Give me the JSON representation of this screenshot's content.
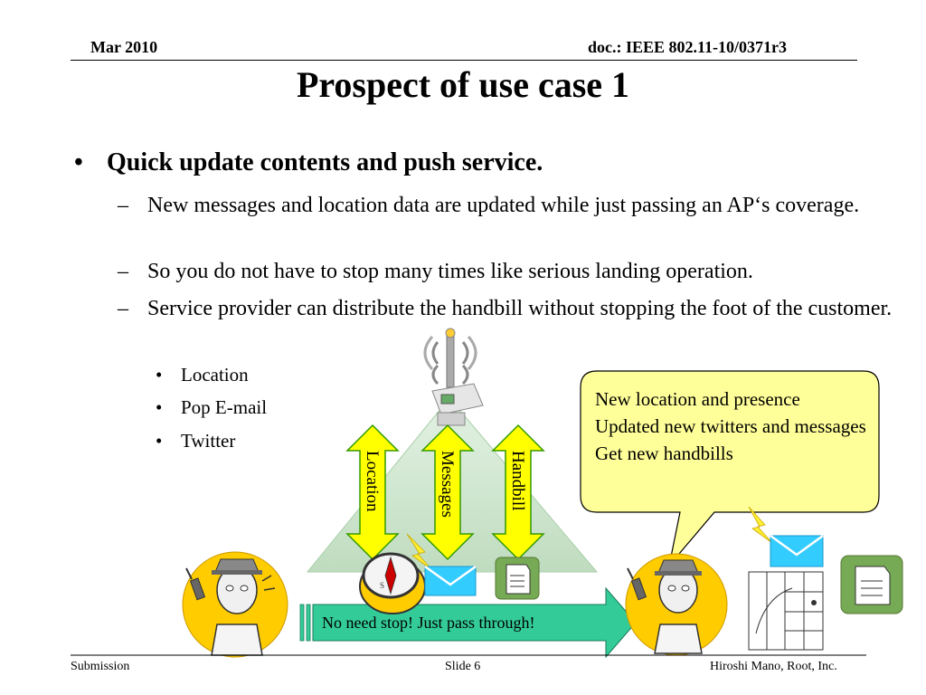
{
  "header": {
    "date": "Mar 2010",
    "doc_id": "doc.: IEEE 802.11-10/0371r3"
  },
  "title": "Prospect of use case 1",
  "bullets": {
    "level1": {
      "marker": "•",
      "text": "Quick update contents and push service."
    },
    "level2": [
      {
        "marker": "–",
        "text": "New messages and location data are updated while just passing an AP‘s coverage."
      },
      {
        "marker": "–",
        "text": "So you do not have to stop many times like   serious  landing operation."
      },
      {
        "marker": "–",
        "text": "Service provider  can distribute the handbill without stopping the foot of the customer."
      }
    ],
    "level3": [
      {
        "marker": "•",
        "text": "Location"
      },
      {
        "marker": "•",
        "text": "Pop E-mail"
      },
      {
        "marker": "•",
        "text": "Twitter"
      }
    ]
  },
  "diagram": {
    "arrows": [
      "Location",
      "Messages",
      "Handbill"
    ],
    "callout_lines": [
      "New location and presence",
      "Updated new twitters and messages",
      "Get new handbills"
    ],
    "pass_label": "No need stop! Just pass through!",
    "icons": [
      "wifi-access-point-icon",
      "compass-icon",
      "mail-envelope-icon",
      "handbill-icon",
      "building-map-icon",
      "person-with-phone-icon",
      "lightning-icon"
    ],
    "colors": {
      "arrow_fill": "#ffff00",
      "arrow_stroke": "#339900",
      "callout_fill": "#ffff99",
      "pass_arrow": "#33cc99",
      "coverage": "#cfe6cf",
      "person_circle": "#ffcc00",
      "envelope": "#33ccff",
      "handbill_bg": "#77aa55"
    }
  },
  "footer": {
    "left": "Submission",
    "center": "Slide 6",
    "right": "Hiroshi Mano, Root, Inc."
  }
}
